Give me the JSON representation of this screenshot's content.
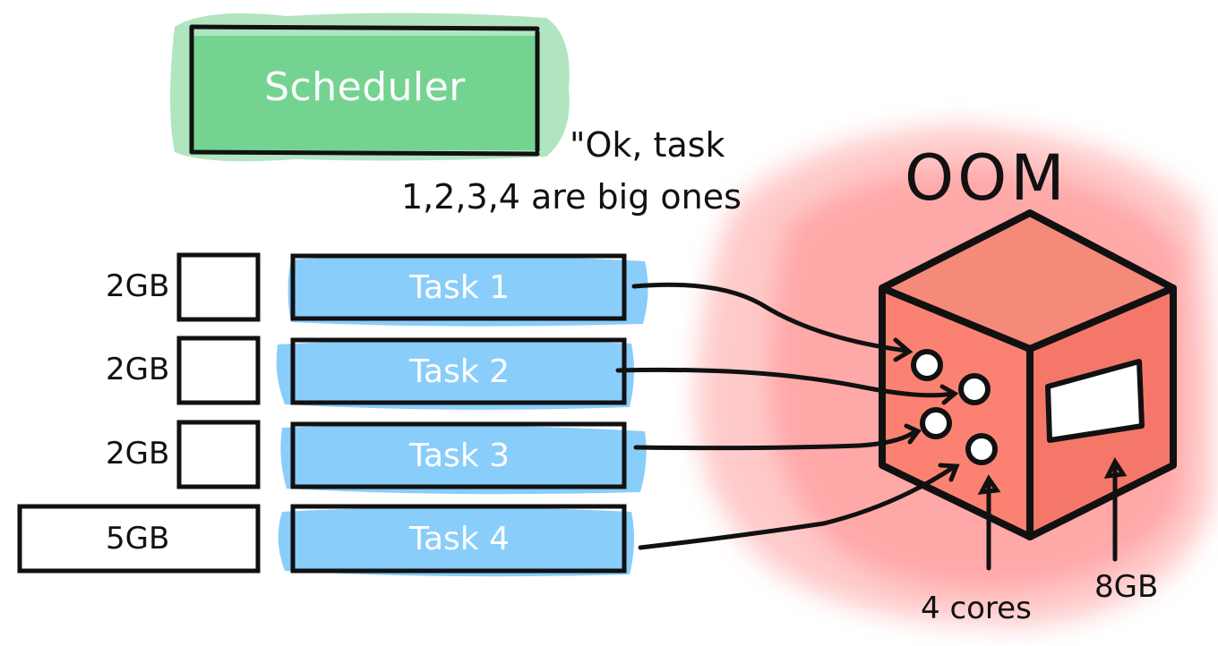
{
  "scheduler": {
    "label": "Scheduler"
  },
  "quote": {
    "line1": "\"Ok, task",
    "line2": "1,2,3,4 are big ones"
  },
  "tasks": [
    {
      "label": "Task 1",
      "memory": "2GB"
    },
    {
      "label": "Task 2",
      "memory": "2GB"
    },
    {
      "label": "Task 3",
      "memory": "2GB"
    },
    {
      "label": "Task 4",
      "memory": "5GB"
    }
  ],
  "node": {
    "status": "OOM",
    "cores_label": "4 cores",
    "memory_label": "8GB"
  },
  "colors": {
    "scheduler_fill": "#6fd08c",
    "task_fill": "#7cc8fb",
    "oom_glow": "#ff6b6b",
    "cube_front": "#fb8272",
    "cube_side": "#f4776a",
    "cube_top": "#f58a7a"
  }
}
